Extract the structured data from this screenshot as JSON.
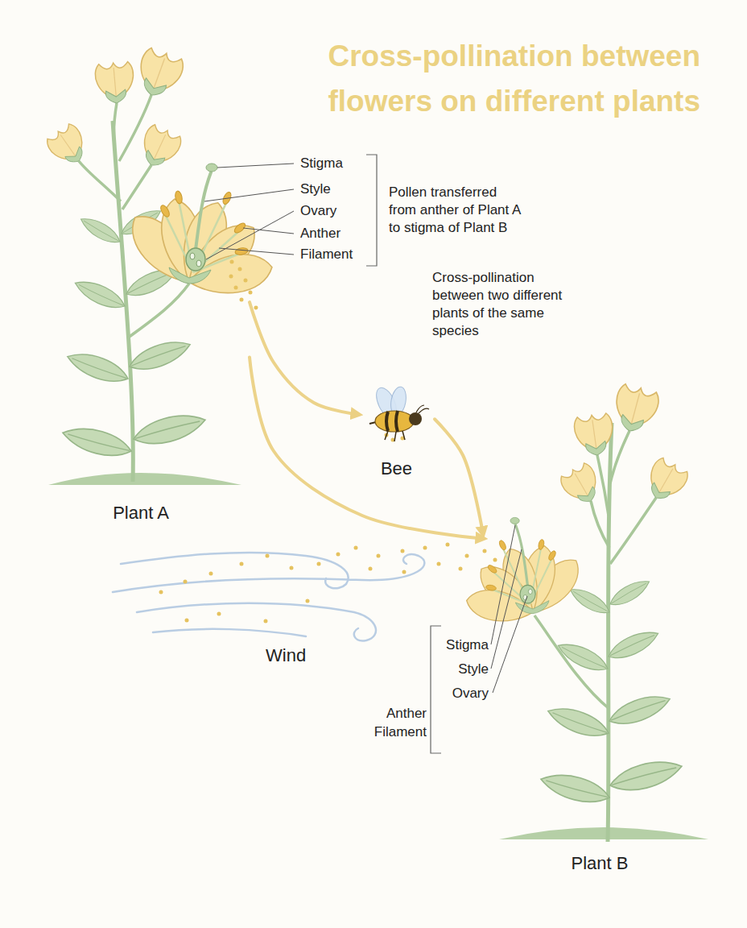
{
  "diagram": {
    "title": "Cross-pollination between flowers on different plants",
    "nodes": [
      {
        "text": [
          "Plant A"
        ]
      },
      {
        "text": [
          "Bee"
        ]
      },
      {
        "text": [
          "Plant B"
        ]
      }
    ],
    "edges": [
      {
        "from": 0,
        "to": 1,
        "arrow": "to"
      },
      {
        "from": 1,
        "to": 2,
        "arrow": "to"
      },
      {
        "from": 0,
        "to": 2,
        "arrow": "to"
      }
    ],
    "labels": [
      "Stigma",
      "Style",
      "Ovary",
      "Anther",
      "Filament",
      "Pollen transferred from anther of Plant A to stigma of Plant B",
      "Cross-pollination between two different plants of the same species",
      "Wind",
      "Stigma",
      "Style",
      "Ovary",
      "Anther",
      "Filament"
    ]
  }
}
